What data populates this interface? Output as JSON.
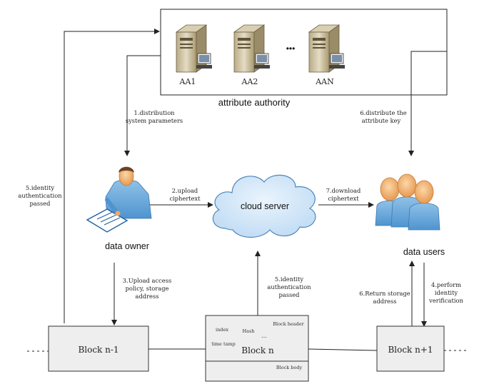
{
  "attribute_authority": {
    "title": "attribute authority",
    "servers": [
      "AA1",
      "AA2",
      "AAN"
    ],
    "ellipsis": "•••"
  },
  "entities": {
    "data_owner": "data owner",
    "cloud_server": "cloud server",
    "data_users": "data users"
  },
  "steps": {
    "s1_line1": "1.distribution",
    "s1_line2": "system parameters",
    "s2_line1": "2.upload",
    "s2_line2": "ciphertext",
    "s3_line1": "3.Upload access",
    "s3_line2": "policy, storage",
    "s3_line3": "address",
    "s4_line1": "4.perform",
    "s4_line2": "identity",
    "s4_line3": "verification",
    "s5_left_line1": "5.identity",
    "s5_left_line2": "authentication",
    "s5_left_line3": "passed",
    "s5_mid_line1": "5.identity",
    "s5_mid_line2": "authentication",
    "s5_mid_line3": "passed",
    "s6_return_line1": "6.Return storage",
    "s6_return_line2": "address",
    "s6_dist_line1": "6.distribute the",
    "s6_dist_line2": "attribute key",
    "s7_line1": "7.download",
    "s7_line2": "ciphertext"
  },
  "blocks": {
    "prev": "Block n-1",
    "current": "Block n",
    "next": "Block n+1",
    "header": "Block header",
    "body": "Block body",
    "index": "index",
    "hash": "Hash",
    "timestamp": "time tamp",
    "dots": "…"
  }
}
